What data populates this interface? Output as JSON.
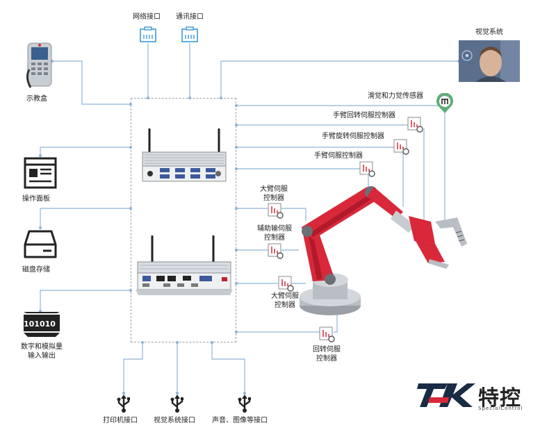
{
  "labels": {
    "network_port": "网络接口",
    "comm_port": "通讯接口",
    "vision_system": "视觉系统",
    "teach_box": "示教盒",
    "slip_force_sensor": "滑觉和力觉传感器",
    "wrist_rotate_servo": "手臂回转伺服控制器",
    "wrist_spin_servo": "手臂旋转伺服控制器",
    "arm_servo": "手臂伺服控制器",
    "upper_arm_servo_1_l1": "大臂伺服",
    "upper_arm_servo_1_l2": "控制器",
    "aux_servo_l1": "辅助输伺服",
    "aux_servo_l2": "控制器",
    "upper_arm_servo_2_l1": "大臂伺服",
    "upper_arm_servo_2_l2": "控制器",
    "rotate_servo_l1": "回转伺服",
    "rotate_servo_l2": "控制器",
    "operation_panel": "操作面板",
    "disk_storage": "磁盘存储",
    "digital_io_l1": "数字和模拟量",
    "digital_io_l2": "输入输出",
    "printer_port": "打印机接口",
    "vision_port": "视觉系统接口",
    "audio_image_port": "声音、图像等接口",
    "binary_text": "101010"
  },
  "brand": {
    "name_cn": "特控",
    "name_en": "SpecialControl"
  },
  "colors": {
    "line": "#8fb3d6",
    "robot_red": "#d8283a",
    "robot_grey": "#b9bec4",
    "icon_blue": "#3a9ad9",
    "dark": "#222222",
    "sensor_green": "#5fae7a"
  }
}
